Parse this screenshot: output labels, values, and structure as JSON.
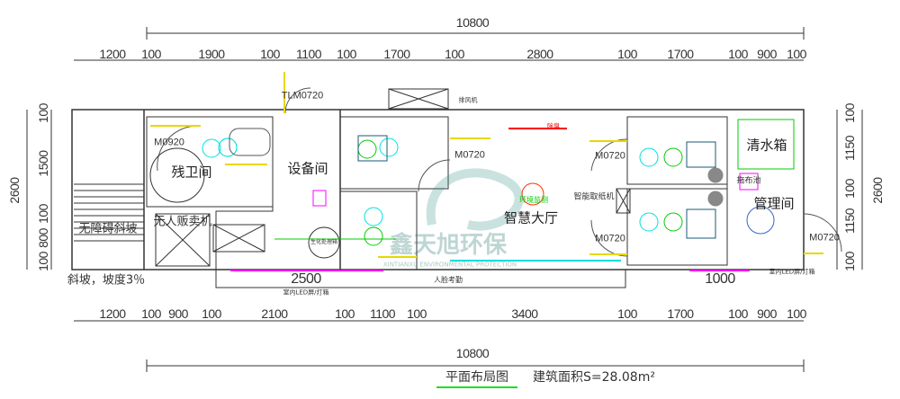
{
  "dimensions": {
    "overall_top": "10800",
    "overall_bottom": "10800",
    "top": [
      "1200",
      "100",
      "1900",
      "100",
      "1100",
      "100",
      "1700",
      "100",
      "2800",
      "100",
      "1700",
      "100",
      "900",
      "100"
    ],
    "bottom": [
      "1200",
      "100",
      "900",
      "100",
      "2100",
      "100",
      "1100",
      "100",
      "3400",
      "100",
      "1700",
      "100",
      "900",
      "100"
    ],
    "left": [
      "100",
      "1500",
      "100",
      "800",
      "100"
    ],
    "left_total": "2600",
    "right": [
      "100",
      "1150",
      "100",
      "1150",
      "100"
    ],
    "right_total": "2600",
    "inner_2500": "2500",
    "inner_1000": "1000"
  },
  "rooms": {
    "accessible_toilet": "残卫间",
    "equipment_room": "设备间",
    "smart_hall": "智慧大厅",
    "clean_water_tank": "清水箱",
    "management_room": "管理间",
    "unmanned_vending": "无人贩卖机",
    "ramp": "无障碍斜坡",
    "slope": "斜坡，坡度3％"
  },
  "doors": {
    "tlm": "TLM0720",
    "m0920": "M0920",
    "m0720_a": "M0720",
    "m0720_b": "M0720",
    "m0720_c": "M0720",
    "m0720_d": "M0720"
  },
  "labels": {
    "smart_paper": "智能取纸机",
    "env_monitor": "环境监测",
    "people_count": "人脸考勤",
    "led_left": "室内LED屏/灯箱",
    "led_right": "室内LED屏/灯箱",
    "mop_pool": "拖布池",
    "sewage_tank": "生化处理箱",
    "exhaust": "排风机",
    "deodorizer": "除臭"
  },
  "footer": {
    "title": "平面布局图",
    "area": "建筑面积S=28.08m²"
  },
  "watermark": {
    "brand": "鑫天旭环保",
    "sub": "XINTIANXU ENVIRONMENTAL PROTECTION"
  },
  "colors": {
    "line": "#222222",
    "yellow": "#e8d800",
    "magenta": "#ff00ff",
    "green": "#00cc00",
    "red": "#ff0000",
    "cyan": "#00e0e0",
    "accent_underline": "#22dd22"
  }
}
